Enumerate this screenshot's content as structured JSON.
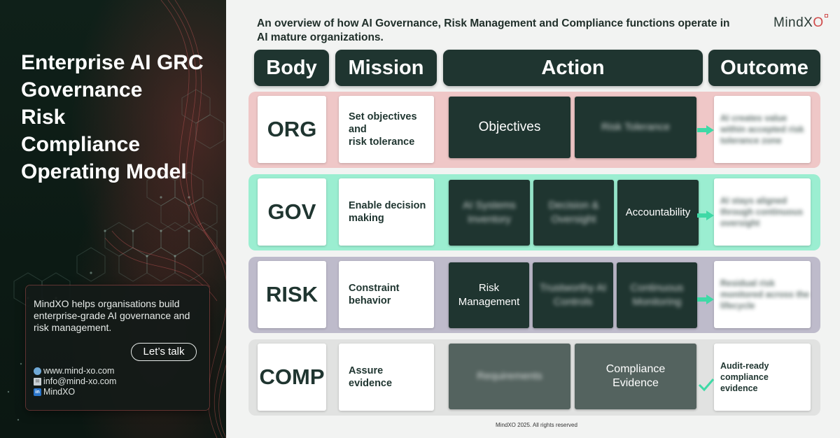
{
  "left_panel": {
    "title_lines": [
      "Enterprise AI GRC",
      "Governance",
      "Risk",
      "Compliance",
      "Operating Model"
    ],
    "info_text": "MindXO helps organisations build enterprise-grade AI governance and risk management.",
    "cta_label": "Let’s talk",
    "contacts": [
      {
        "icon": "globe-icon",
        "text": "www.mind-xo.com"
      },
      {
        "icon": "mail-icon",
        "text": "info@mind-xo.com"
      },
      {
        "icon": "linkedin-icon",
        "text": "MindXO"
      }
    ]
  },
  "header": {
    "subtitle": "An overview of how AI Governance, Risk Management and Compliance functions operate in AI mature organizations.",
    "logo_text": "MindX",
    "logo_accent": "O"
  },
  "columns": [
    "Body",
    "Mission",
    "Action",
    "Outcome"
  ],
  "rows": [
    {
      "body": "ORG",
      "mission": [
        "Set objectives",
        "and",
        "risk tolerance"
      ],
      "actions": [
        "Objectives",
        "Risk Tolerance"
      ],
      "outcome": "AI creates value within accepted risk tolerance zone"
    },
    {
      "body": "GOV",
      "mission": [
        "Enable decision",
        "making"
      ],
      "actions": [
        "AI Systems Inventory",
        "Decision & Oversight",
        "Accountability"
      ],
      "outcome": "AI stays aligned through continuous oversight"
    },
    {
      "body": "RISK",
      "mission": [
        "Constraint",
        "behavior"
      ],
      "actions": [
        "Risk Management",
        "Trustworthy AI Controls",
        "Continuous Monitoring"
      ],
      "outcome": "Residual risk monitored across the lifecycle"
    },
    {
      "body": "COMP",
      "mission": [
        "Assure",
        "evidence"
      ],
      "actions": [
        "Requirements",
        "Compliance Evidence"
      ],
      "outcome": "Audit-ready compliance evidence"
    }
  ],
  "footer": "MindXO 2025. All rights reserved",
  "colors": {
    "dark_green": "#1f3530",
    "org_band": "#efc7c7",
    "gov_band": "#9beed1",
    "risk_band": "#bebbcb",
    "comp_band": "#e1e2e1",
    "arrow": "#3fd9a6"
  }
}
